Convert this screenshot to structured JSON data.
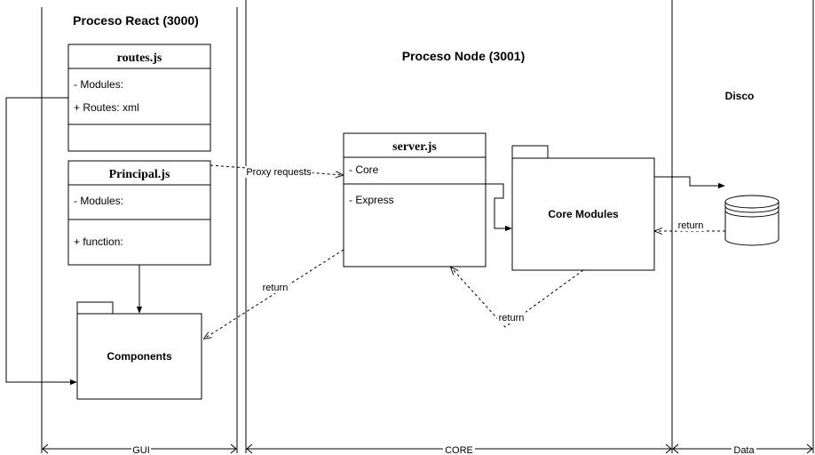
{
  "lanes": {
    "react_title": "Proceso React (3000)",
    "node_title": "Proceso Node (3001)",
    "disco_title": "Disco",
    "gui_label": "GUI",
    "core_label": "CORE",
    "data_label": "Data"
  },
  "classes": {
    "routes": {
      "name": "routes.js",
      "attr1": "- Modules:",
      "attr2": "+ Routes: xml"
    },
    "principal": {
      "name": "Principal.js",
      "attr1": "- Modules:",
      "method1": "+ function:"
    },
    "server": {
      "name": "server.js",
      "attr1": "- Core",
      "attr2": "- Express"
    }
  },
  "packages": {
    "components": "Components",
    "core_modules": "Core Modules"
  },
  "edges": {
    "proxy": "Proxy requests",
    "return_server": "return",
    "return_core": "return",
    "return_db": "return"
  }
}
